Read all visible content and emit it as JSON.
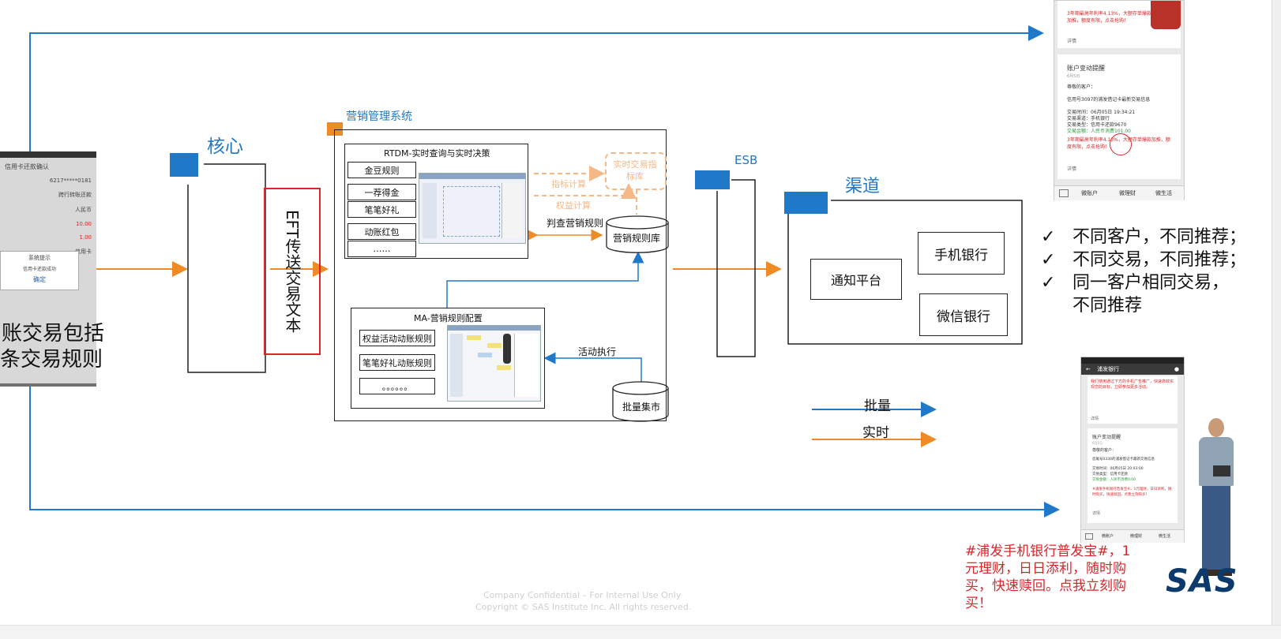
{
  "colors": {
    "blue": "#1f78c8",
    "orange": "#f08a24",
    "red": "#d9262b",
    "dark": "#222222",
    "light_orange": "#f5b887"
  },
  "left_phone": {
    "header": "信用卡还款确认",
    "lines": [
      "6217*****0181",
      "跨行转账还款",
      "人民币",
      "10.00",
      "1.00",
      "信用卡"
    ],
    "dialog_title": "系统提示",
    "dialog_text": "信用卡还款成功",
    "dialog_button": "确定",
    "overlay_text_1": "账交易包括",
    "overlay_text_2": "条交易规则"
  },
  "core": {
    "title": "核心"
  },
  "eft": {
    "label": "EFT传送交易文本"
  },
  "marketing": {
    "title": "营销管理系统",
    "rtdm_title": "RTDM-实时查询与实时决策",
    "rtdm_items": [
      "金豆规则",
      "一荐得金",
      "笔笔好礼",
      "动账红包",
      "……"
    ],
    "index_lib": "实时交易指标库",
    "index_calc": "指标计算",
    "benefit_calc": "权益计算",
    "judge_rule": "判查营销规则",
    "rule_db": "营销规则库",
    "ma_title": "MA-营销规则配置",
    "ma_items": [
      "权益活动动账规则",
      "笔笔好礼动账规则",
      "。。。。。。"
    ],
    "activity_exec": "活动执行",
    "batch_mart": "批量集市"
  },
  "esb": {
    "title": "ESB"
  },
  "channel": {
    "title": "渠道",
    "notify": "通知平台",
    "mobile": "手机银行",
    "wechat": "微信银行"
  },
  "legend": {
    "batch": "批量",
    "realtime": "实时"
  },
  "checklist": {
    "item1": "不同客户，不同推荐；",
    "item2": "不同交易，不同推荐；",
    "item3a": "同一客户相同交易，",
    "item3b": "不同推荐",
    "mark": "✓"
  },
  "top_phone": {
    "promo": "3年期最高年利率4.13%，大额存单爆款加推，额度有限，点击抢购！",
    "detail": "详情",
    "card_title": "账户变动提醒",
    "card_date": "6月5日",
    "greeting": "尊敬的客户：",
    "line1": "信用号3097的浦发借记卡最新交易信息",
    "line2": "交易时间：06月05日 19:34:21",
    "line3": "交易渠道：手机银行",
    "line4": "交易类型：信用卡还款9670",
    "line5": "交易金额：人民币消费101.00",
    "promo2": "3年期最高年利率4.13%，大额存单爆款加推，额度有限，点击抢购！",
    "detail2": "详情",
    "tabs": [
      "微账户",
      "微理财",
      "微生活"
    ]
  },
  "bottom_phone": {
    "header": "浦发银行",
    "body1": "我们使用通过下方的手机广告推广，快速高效实现您的目标，立即参加更多活动。",
    "detail": "详情",
    "card_title": "账户变动提醒",
    "card_date": "6月5日",
    "greeting": "尊敬的客户：",
    "line1": "您尾号0330的浦发借记卡最新交易信息",
    "line2": "交易时间：06月05日 20:03:00",
    "line3": "交易类型：信用卡还款",
    "line4": "交易金额：人民币消费0.00",
    "promo": "#浦发手机银行普发宝#，1元理财，日日添利，随时购买，快速赎回。点我立刻购买！",
    "detail2": "详情",
    "tabs": [
      "微账户",
      "微理财",
      "微生活"
    ]
  },
  "promo_caption": {
    "l1": "#浦发手机银行普发宝#，1",
    "l2": "元理财，日日添利，随时购",
    "l3": "买，快速赎回。点我立刻购",
    "l4": "买！"
  },
  "logo": "SAS",
  "footer": {
    "line1": "Company Confidential – For Internal Use Only",
    "line2": "Copyright © SAS Institute Inc. All rights reserved."
  }
}
